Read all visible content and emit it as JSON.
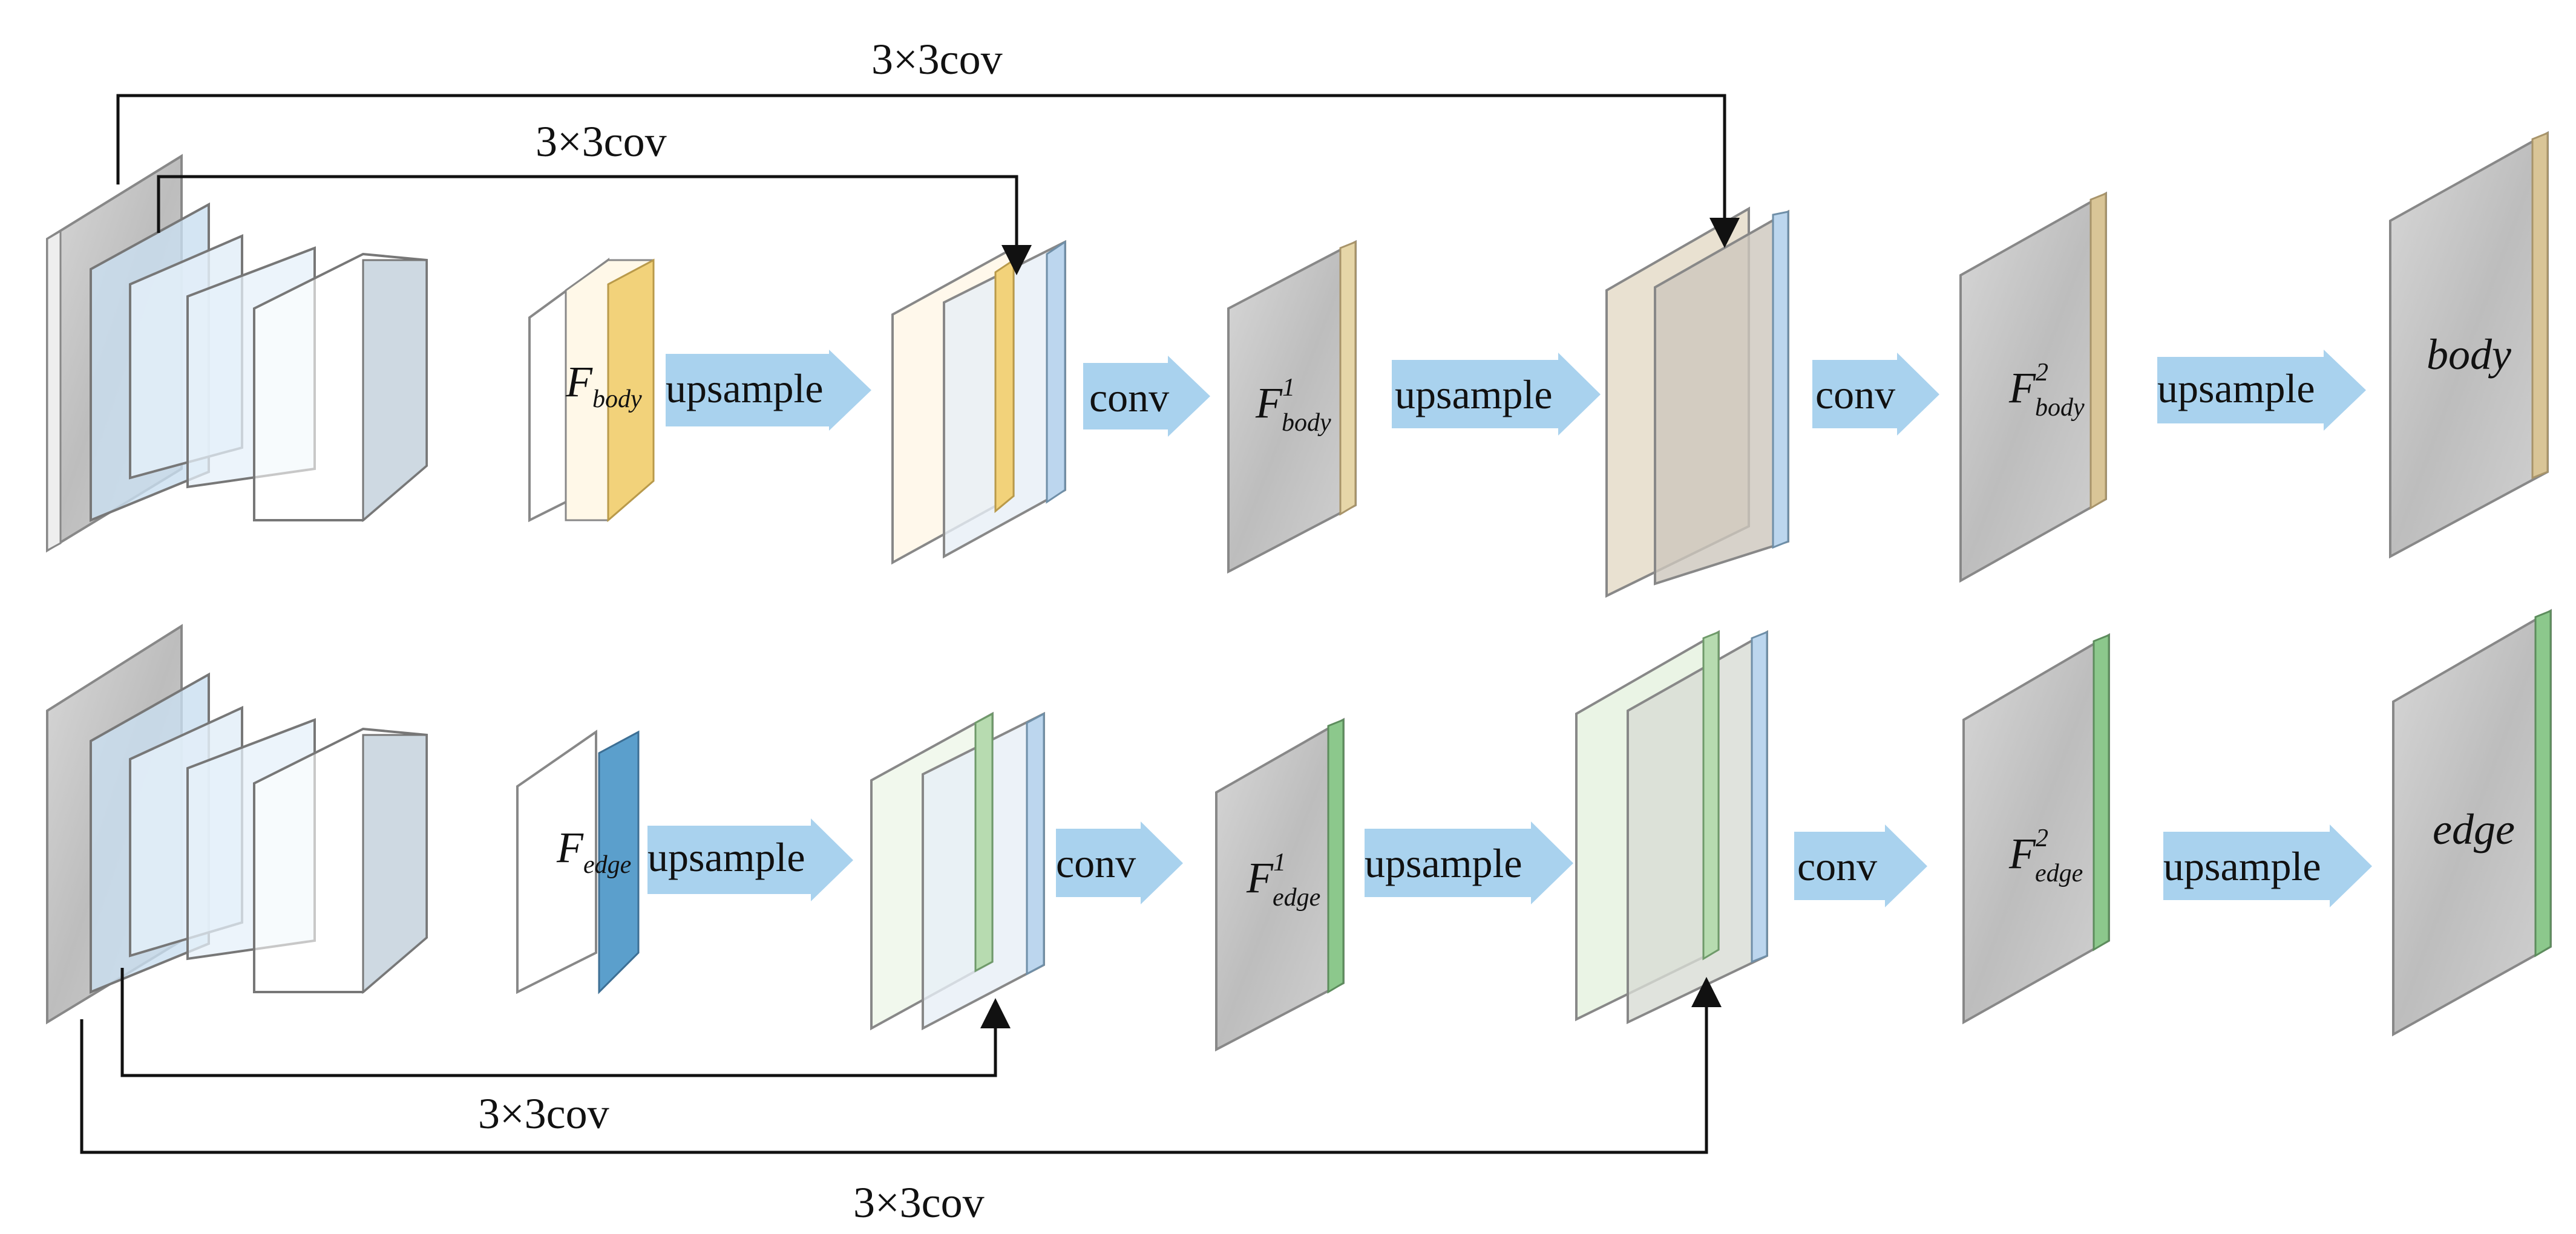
{
  "top_row": {
    "skip_outer_label": "3×3cov",
    "skip_inner_label": "3×3cov",
    "feature_label": {
      "base": "F",
      "sub": "body"
    },
    "stage1_label": {
      "base": "F",
      "sup": "1",
      "sub": "body"
    },
    "stage2_label": {
      "base": "F",
      "sup": "2",
      "sub": "body"
    },
    "arrows": [
      "upsample",
      "conv",
      "upsample",
      "conv",
      "upsample"
    ],
    "output_label": "body",
    "accent_color": "#f2d27a"
  },
  "bottom_row": {
    "skip_inner_label": "3×3cov",
    "skip_outer_label": "3×3cov",
    "feature_label": {
      "base": "F",
      "sub": "edge"
    },
    "stage1_label": {
      "base": "F",
      "sup": "1",
      "sub": "edge"
    },
    "stage2_label": {
      "base": "F",
      "sup": "2",
      "sub": "edge"
    },
    "arrows": [
      "upsample",
      "conv",
      "upsample",
      "conv",
      "upsample"
    ],
    "output_label": "edge",
    "accent_color": "#8cc88c"
  },
  "colors": {
    "arrow_fill": "#a9d2ee",
    "encoder_blue": "#c9def0",
    "edge_feature": "#5b9fcc",
    "image_gray": "#c9c9c9"
  }
}
